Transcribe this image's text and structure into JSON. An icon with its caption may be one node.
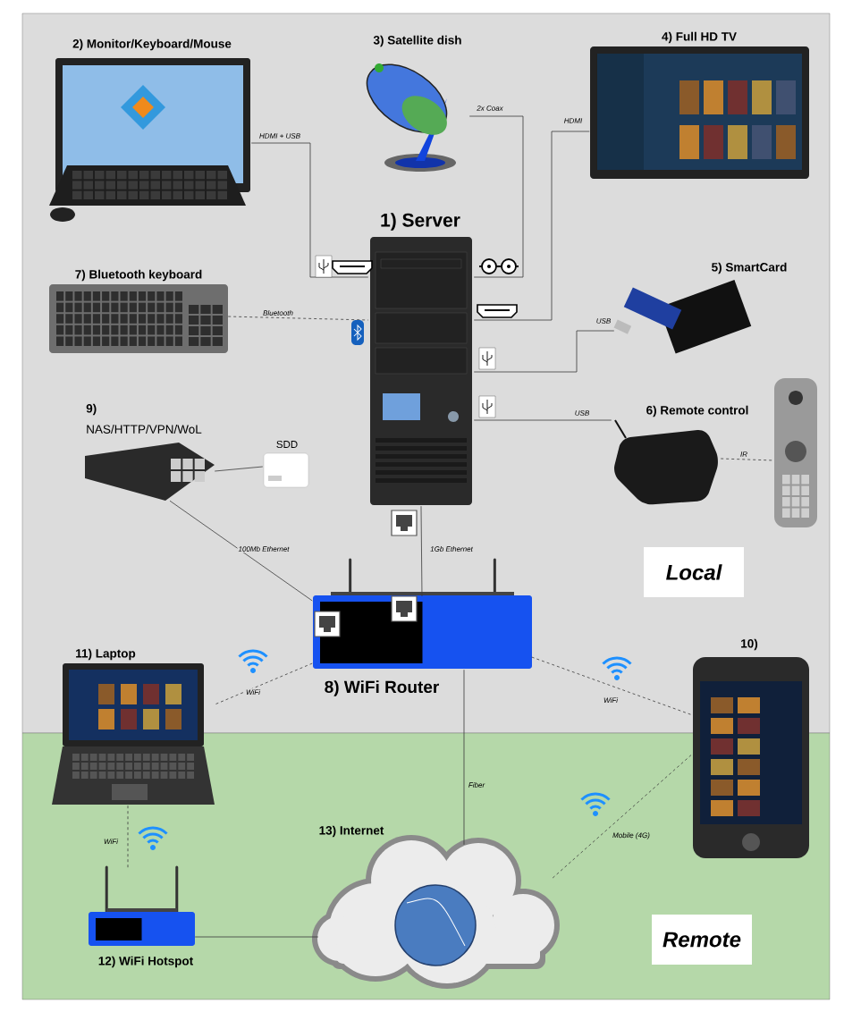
{
  "diagram": {
    "nodes": [
      {
        "text": [
          "1) Server"
        ]
      },
      {
        "text": [
          "2) Monitor/Keyboard/Mouse"
        ]
      },
      {
        "text": [
          "3) Satellite dish"
        ]
      },
      {
        "text": [
          "4) Full HD TV"
        ]
      },
      {
        "text": [
          "5) SmartCard"
        ]
      },
      {
        "text": [
          "6) Remote control"
        ]
      },
      {
        "text": [
          "7) Bluetooth keyboard"
        ]
      },
      {
        "text": [
          "9)",
          "NAS/HTTP/VPN/WoL"
        ]
      },
      {
        "text": [
          "SDD"
        ]
      },
      {
        "text": [
          "8) WiFi Router"
        ]
      },
      {
        "text": [
          "10)"
        ]
      },
      {
        "text": [
          "11) Laptop"
        ]
      },
      {
        "text": [
          "12) WiFi Hotspot"
        ]
      },
      {
        "text": [
          "13) Internet"
        ]
      },
      {
        "text": [],
        "shape": "picture"
      }
    ],
    "edges": [
      {
        "from": 1,
        "to": 0,
        "arrow": "none",
        "label": "HDMI + USB"
      },
      {
        "from": 2,
        "to": 0,
        "arrow": "none",
        "label": "2x Coax"
      },
      {
        "from": 3,
        "to": 0,
        "arrow": "none",
        "label": "HDMI"
      },
      {
        "from": 4,
        "to": 0,
        "arrow": "none",
        "label": "USB"
      },
      {
        "from": 5,
        "to": 0,
        "arrow": "none",
        "label": "USB"
      },
      {
        "from": 6,
        "to": 0,
        "arrow": "none",
        "label": "Bluetooth",
        "style": "dashed"
      },
      {
        "from": 7,
        "to": 8,
        "arrow": "none"
      },
      {
        "from": 7,
        "to": 9,
        "arrow": "none",
        "label": "100Mb Ethernet"
      },
      {
        "from": 0,
        "to": 9,
        "arrow": "none",
        "label": "1Gb Ethernet"
      },
      {
        "from": 9,
        "to": 11,
        "arrow": "none",
        "label": "WiFi",
        "style": "dashed"
      },
      {
        "from": 9,
        "to": 10,
        "arrow": "none",
        "label": "WiFi",
        "style": "dashed"
      },
      {
        "from": 9,
        "to": 13,
        "arrow": "none",
        "label": "Fiber"
      },
      {
        "from": 13,
        "to": 10,
        "arrow": "none",
        "label": "Mobile (4G)",
        "style": "dashed"
      },
      {
        "from": 11,
        "to": 12,
        "arrow": "none",
        "label": "WiFi",
        "style": "dashed"
      },
      {
        "from": 12,
        "to": 13,
        "arrow": "none"
      },
      {
        "from": 5,
        "to": 14,
        "arrow": "none",
        "label": "IR",
        "style": "dashed"
      }
    ],
    "labels": [
      "Local",
      "Remote"
    ]
  }
}
